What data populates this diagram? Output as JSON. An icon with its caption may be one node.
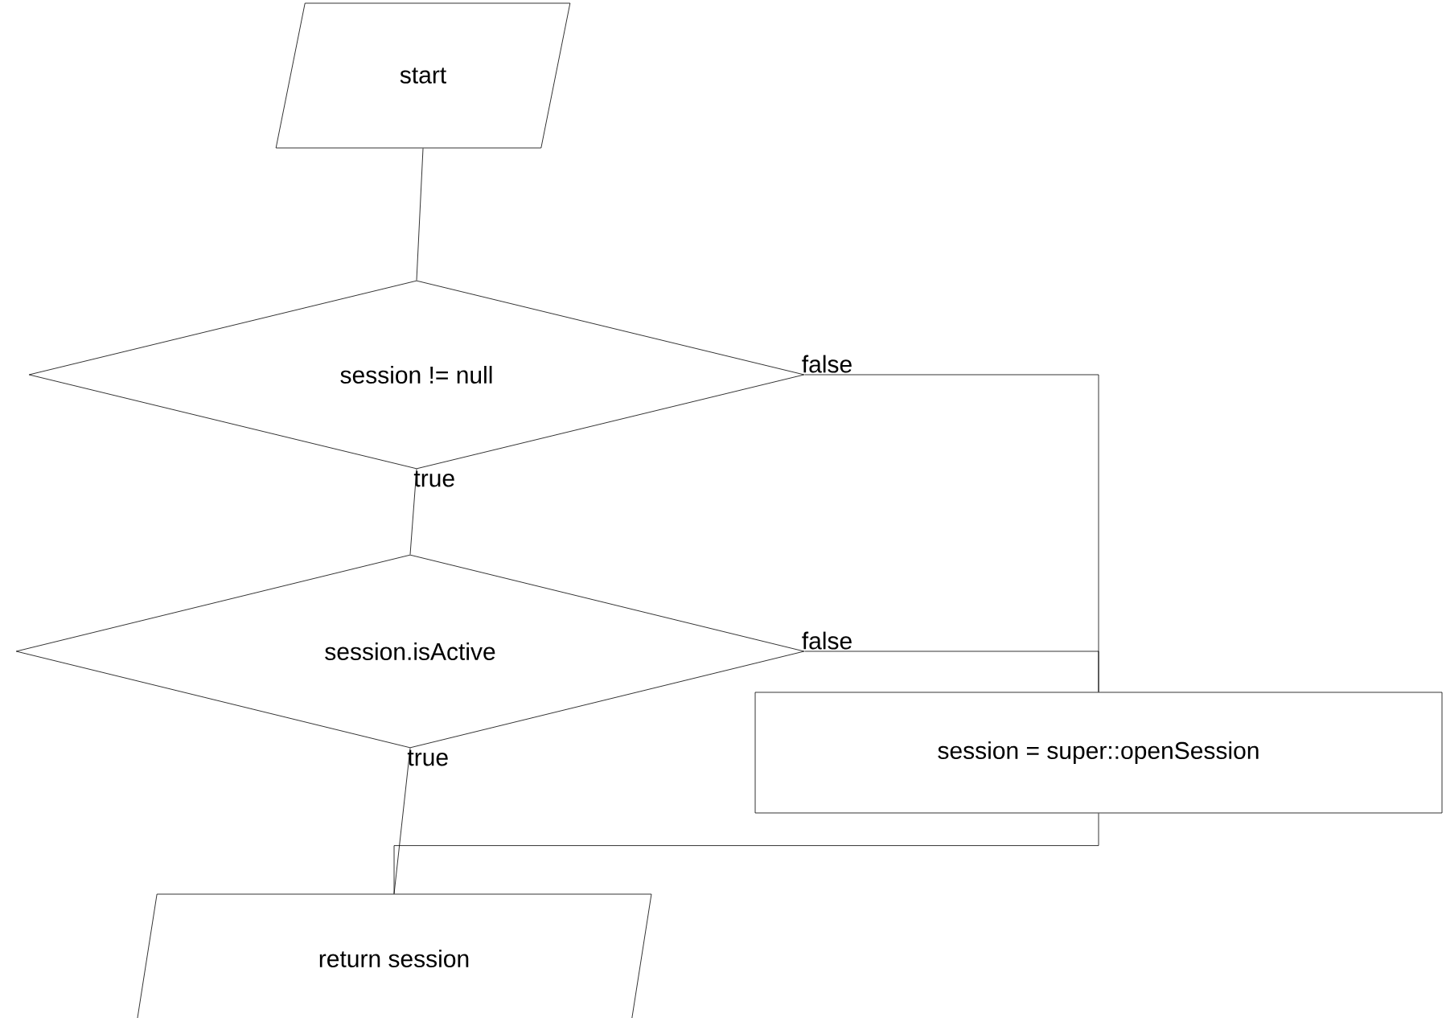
{
  "diagram": {
    "nodes": [
      {
        "text": [
          "start"
        ]
      },
      {
        "text": [
          "session != null"
        ]
      },
      {
        "text": [
          "session.isActive"
        ]
      },
      {
        "text": [
          "session = super::openSession"
        ]
      },
      {
        "text": [
          "return session"
        ]
      }
    ],
    "edges": [
      {
        "from": 0,
        "to": 1,
        "arrow": "none"
      },
      {
        "from": 1,
        "to": 2,
        "arrow": "none",
        "label": "true"
      },
      {
        "from": 1,
        "to": 3,
        "arrow": "none",
        "label": "false"
      },
      {
        "from": 2,
        "to": 3,
        "arrow": "none",
        "label": "false"
      },
      {
        "from": 2,
        "to": 4,
        "arrow": "none",
        "label": "true"
      },
      {
        "from": 3,
        "to": 4,
        "arrow": "none"
      }
    ]
  }
}
